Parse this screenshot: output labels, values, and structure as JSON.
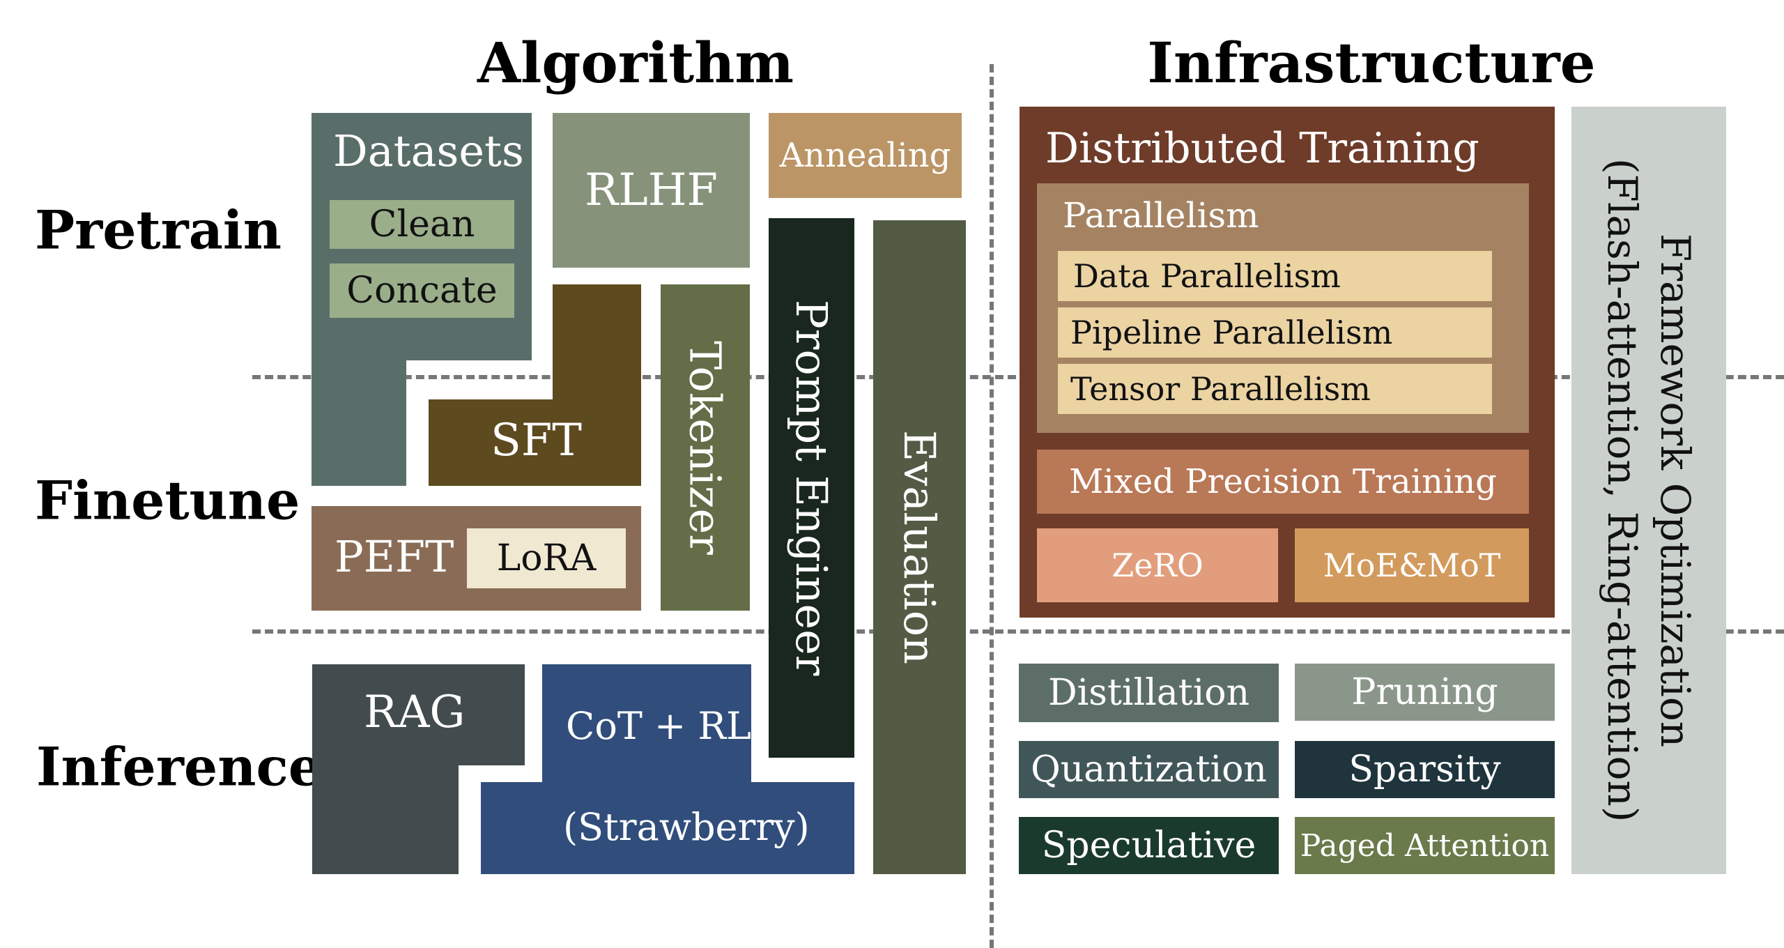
{
  "headings": {
    "algorithm": "Algorithm",
    "infrastructure": "Infrastructure"
  },
  "rows": {
    "pretrain": "Pretrain",
    "finetune": "Finetune",
    "inference": "Inference"
  },
  "algorithm": {
    "datasets": "Datasets",
    "clean": "Clean",
    "concate": "Concate",
    "rlhf": "RLHF",
    "annealing": "Annealing",
    "sft": "SFT",
    "tokenizer": "Tokenizer",
    "prompt_engineer": "Prompt Engineer",
    "evaluation": "Evaluation",
    "peft": "PEFT",
    "lora": "LoRA",
    "rag": "RAG",
    "cot_rl": "CoT + RL",
    "strawberry": "(Strawberry)"
  },
  "infrastructure": {
    "distributed_training": "Distributed Training",
    "parallelism": "Parallelism",
    "data_parallelism": "Data Parallelism",
    "pipeline_parallelism": "Pipeline Parallelism",
    "tensor_parallelism": "Tensor Parallelism",
    "mixed_precision": "Mixed Precision Training",
    "zero": "ZeRO",
    "moe_mot": "MoE&MoT",
    "distillation": "Distillation",
    "pruning": "Pruning",
    "quantization": "Quantization",
    "sparsity": "Sparsity",
    "speculative": "Speculative",
    "paged_attention": "Paged Attention",
    "framework_line1": "Framework Optimization",
    "framework_line2": "(Flash-attention, Ring-attention)"
  },
  "colors": {
    "datasets": "#5a6e69",
    "datasets_item": "#9aae8a",
    "rlhf": "#86927a",
    "annealing": "#bb9566",
    "sft": "#5e4a1f",
    "tokenizer": "#636d47",
    "prompt_engineer": "#19271f",
    "evaluation": "#545b45",
    "peft": "#8a6c56",
    "lora": "#f1e8d2",
    "rag": "#424b4d",
    "cot_rl": "#304d7b",
    "distributed_training": "#6e3c29",
    "parallelism": "#a58362",
    "parallelism_item": "#ebd3a2",
    "mixed_precision": "#b97856",
    "zero": "#e29e7c",
    "moe_mot": "#d29a5c",
    "distillation": "#5d6e68",
    "pruning": "#8b968b",
    "quantization": "#415659",
    "sparsity": "#1f343d",
    "speculative": "#1a3a2d",
    "paged_attention": "#6a7a4b",
    "framework": "#cad0cb"
  }
}
